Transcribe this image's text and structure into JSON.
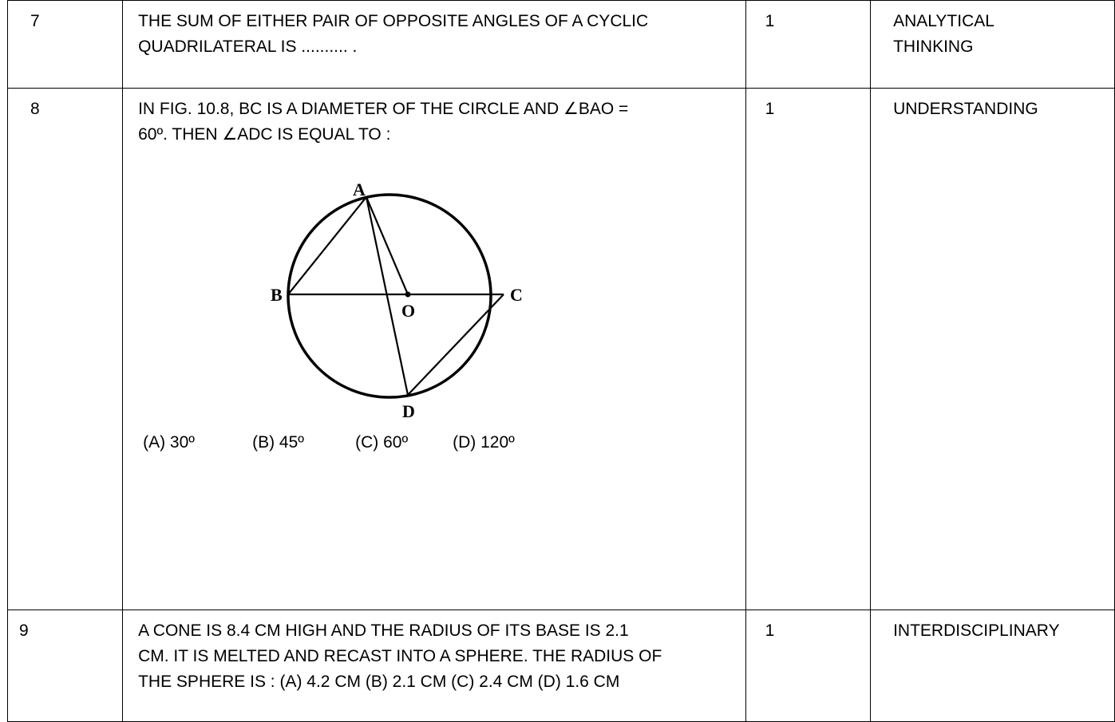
{
  "rows": [
    {
      "number": "7",
      "question_lines": [
        "THE SUM OF EITHER PAIR OF OPPOSITE ANGLES OF A CYCLIC",
        "QUADRILATERAL IS .......... ."
      ],
      "marks": "1",
      "category_lines": [
        "ANALYTICAL",
        "THINKING"
      ]
    },
    {
      "number": "8",
      "question_lines": [
        "IN FIG. 10.8, BC IS A DIAMETER OF THE CIRCLE AND ∠BAO =",
        "60º. THEN ∠ADC IS EQUAL TO :"
      ],
      "figure_labels": {
        "a": "A",
        "b": "B",
        "c": "C",
        "o": "O",
        "d": "D"
      },
      "options": [
        "(A) 30º",
        "(B) 45º",
        "(C) 60º",
        "(D) 120º"
      ],
      "marks": "1",
      "category": "UNDERSTANDING"
    },
    {
      "number": "9",
      "question_lines": [
        "A CONE IS 8.4 CM HIGH AND THE RADIUS OF ITS BASE IS 2.1",
        "CM. IT IS MELTED AND RECAST INTO A SPHERE. THE RADIUS OF",
        "THE SPHERE IS : (A) 4.2 CM (B) 2.1 CM (C) 2.4 CM (D) 1.6 CM"
      ],
      "marks": "1",
      "category": "INTERDISCIPLINARY"
    }
  ]
}
